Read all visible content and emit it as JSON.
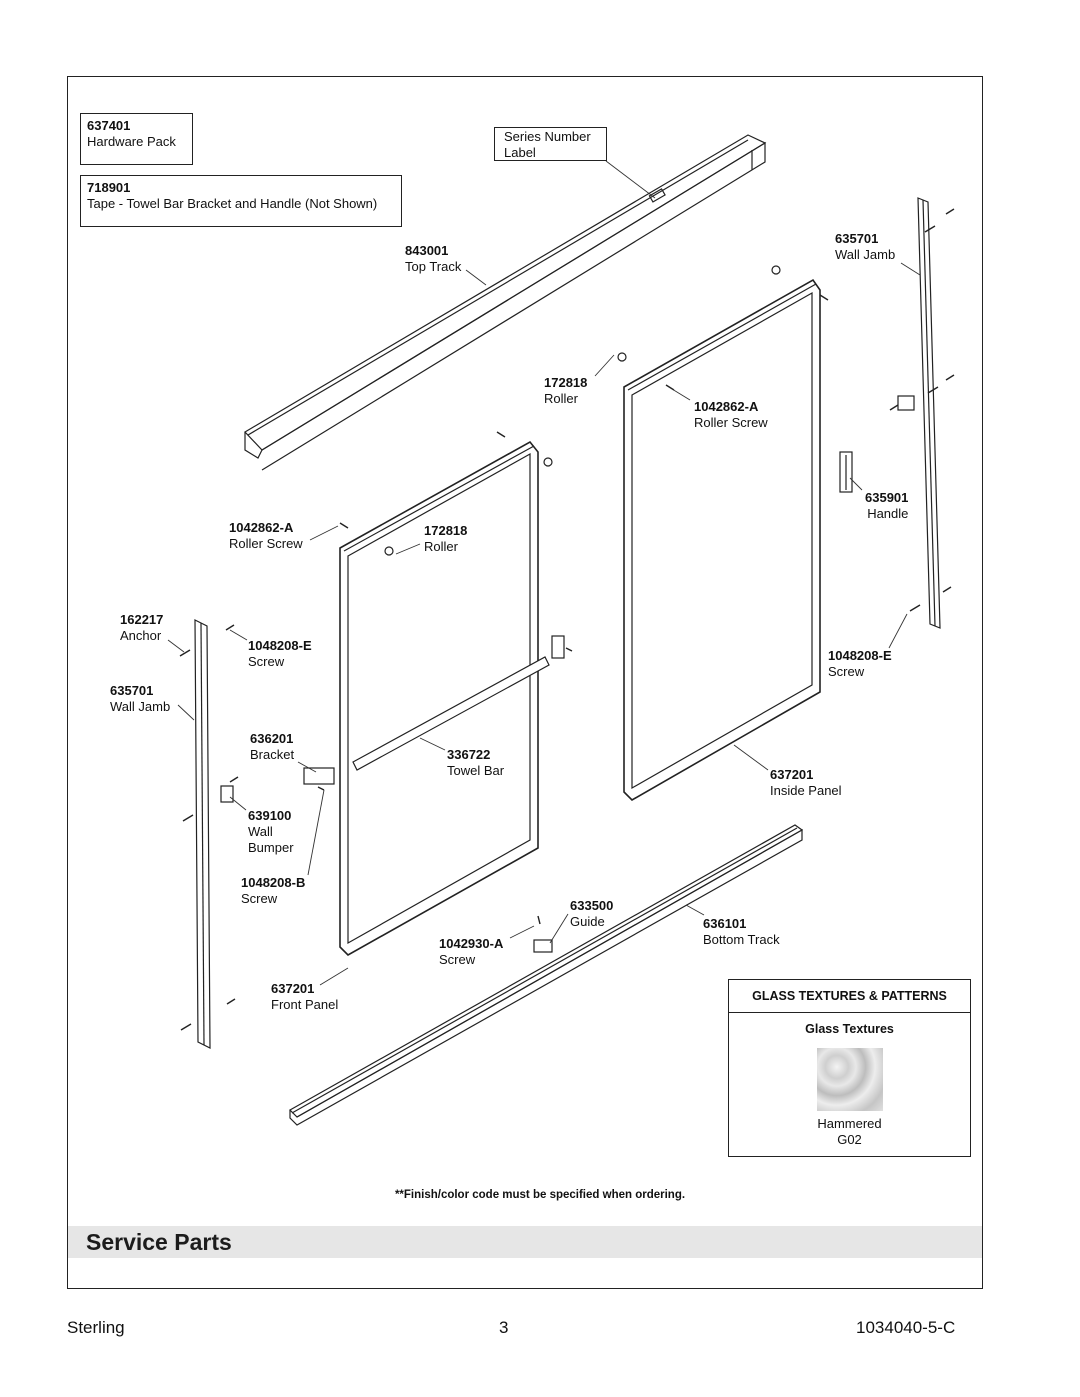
{
  "boxes": {
    "hardware_pack": {
      "number": "637401",
      "name": "Hardware Pack"
    },
    "tape": {
      "number": "718901",
      "name": "Tape - Towel Bar Bracket and Handle (Not Shown)"
    },
    "series": {
      "line1": "Series Number",
      "line2": "Label"
    }
  },
  "callouts": {
    "top_track": {
      "number": "843001",
      "name": "Top Track"
    },
    "wall_jamb_right": {
      "number": "635701",
      "name": "Wall Jamb"
    },
    "roller_inside": {
      "number": "172818",
      "name": "Roller"
    },
    "roller_screw_inside": {
      "number": "1042862-A",
      "name": "Roller Screw"
    },
    "handle": {
      "number": "635901",
      "name": "Handle"
    },
    "roller_screw_front": {
      "number": "1042862-A",
      "name": "Roller Screw"
    },
    "roller_front": {
      "number": "172818",
      "name": "Roller"
    },
    "anchor": {
      "number": "162217",
      "name": "Anchor"
    },
    "screw_left": {
      "number": "1048208-E",
      "name": "Screw"
    },
    "screw_right": {
      "number": "1048208-E",
      "name": "Screw"
    },
    "wall_jamb_left": {
      "number": "635701",
      "name": "Wall Jamb"
    },
    "bracket": {
      "number": "636201",
      "name": "Bracket"
    },
    "towel_bar": {
      "number": "336722",
      "name": "Towel Bar"
    },
    "inside_panel": {
      "number": "637201",
      "name": "Inside Panel"
    },
    "wall_bumper": {
      "number": "639100",
      "name1": "Wall",
      "name2": "Bumper"
    },
    "screw_b": {
      "number": "1048208-B",
      "name": "Screw"
    },
    "guide": {
      "number": "633500",
      "name": "Guide"
    },
    "bottom_track": {
      "number": "636101",
      "name": "Bottom Track"
    },
    "guide_screw": {
      "number": "1042930-A",
      "name": "Screw"
    },
    "front_panel": {
      "number": "637201",
      "name": "Front Panel"
    }
  },
  "glass": {
    "heading": "GLASS TEXTURES & PATTERNS",
    "subheading": "Glass Textures",
    "texture_name": "Hammered",
    "texture_code": "G02"
  },
  "note": "**Finish/color code must be specified when ordering.",
  "section_title": "Service Parts",
  "footer": {
    "brand": "Sterling",
    "page": "3",
    "doc_number": "1034040-5-C"
  }
}
